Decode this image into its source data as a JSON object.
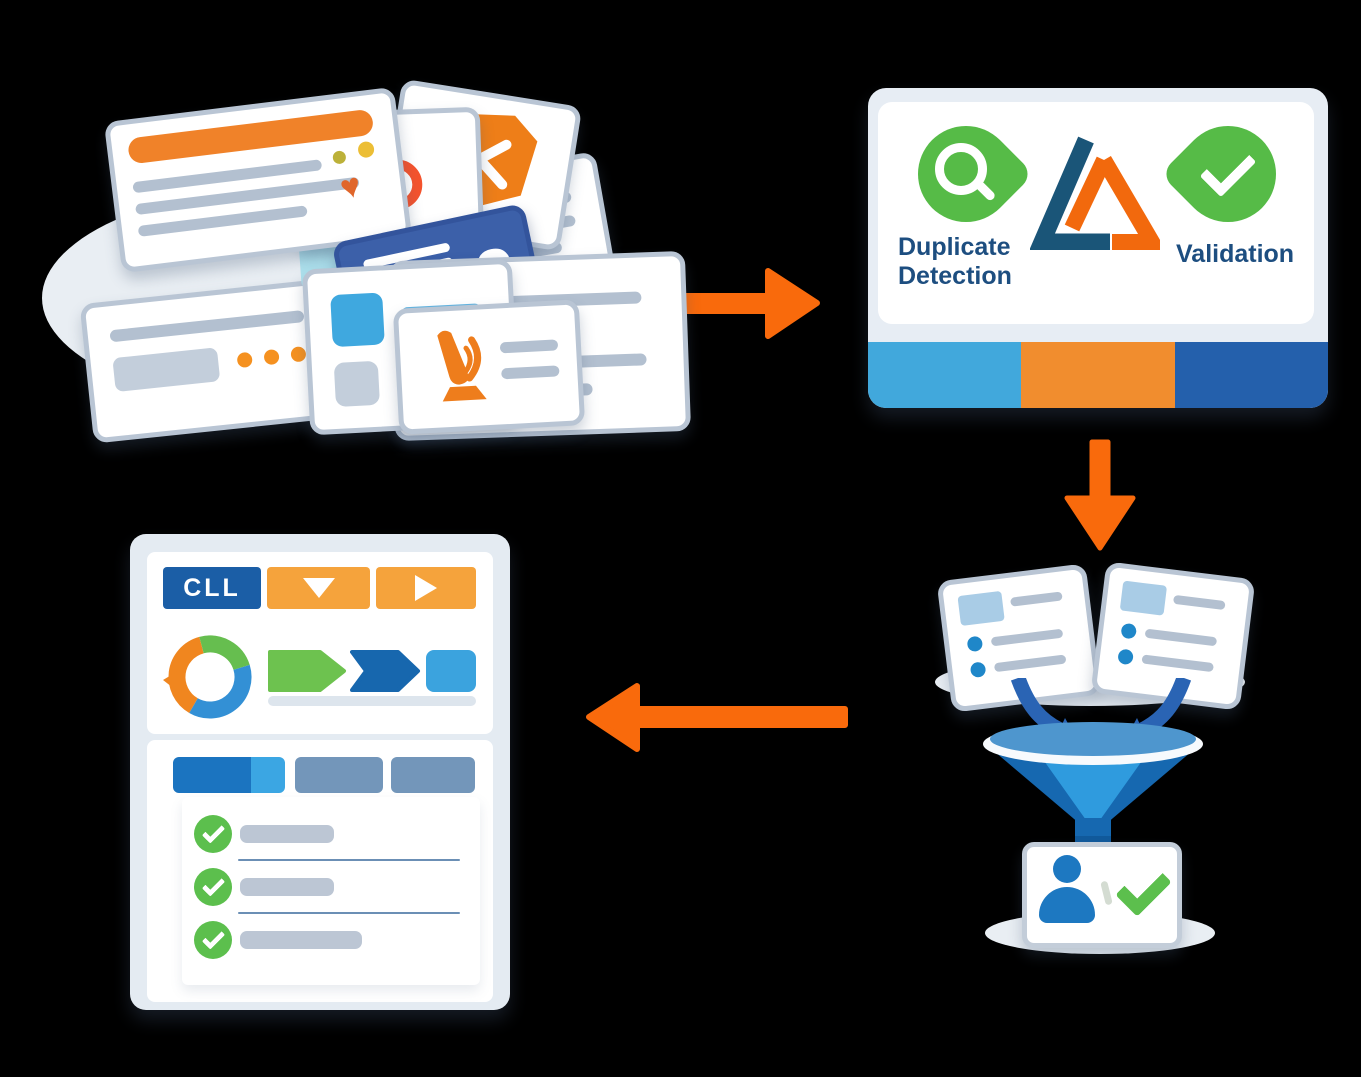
{
  "palette": {
    "background": "#000000",
    "arrow_orange": "#F96A0C",
    "panel_bg": "#E7EDF4",
    "strip_light_blue": "#41A8DC",
    "strip_orange": "#F18D2E",
    "strip_dark_blue": "#2460AC",
    "navy_text": "#1D4E80",
    "badge_green": "#56BB47",
    "check_green": "#5CBF4D",
    "logo_navy": "#1A5578",
    "logo_orange": "#F2690D",
    "card_border": "#B9C5D4",
    "line_gray": "#B3C0D0",
    "funnel_dark_blue": "#1668B0",
    "funnel_light_blue": "#2F9BDE",
    "person_blue": "#1D78C1",
    "hubspot_orange": "#F4532D",
    "blue_card": "#3C60A9",
    "header_navy": "#1B5EA6",
    "header_orange": "#F5A33C",
    "steel_tab": "#7396BA"
  },
  "source_pile": {
    "heart_glyph": "♥",
    "cards": [
      {
        "logo": "orange-header-record-card"
      },
      {
        "logo": "hubspot-sprocket-card"
      },
      {
        "logo": "orange-envelope-x-card"
      },
      {
        "logo": "text-lines-card"
      },
      {
        "logo": "blue-netsuite-style-card"
      },
      {
        "logo": "large-record-card"
      },
      {
        "logo": "orange-dots-record-card"
      },
      {
        "logo": "blue-tiles-record-card"
      },
      {
        "logo": "orange-plant-logo-card"
      }
    ]
  },
  "dedupe_panel": {
    "duplicate_label": "Duplicate Detection",
    "validation_label": "Validation",
    "icons": [
      "magnifier-leaf-badge",
      "triangle-company-logo",
      "check-leaf-badge"
    ],
    "strip_colors": [
      "#41A8DC",
      "#F18D2E",
      "#2460AC"
    ]
  },
  "merge_funnel": {
    "input_cards": 2,
    "result_icons": [
      "person-icon",
      "check-icon"
    ]
  },
  "dashboard": {
    "header": {
      "logo_text": "CLL",
      "buttons": [
        "dropdown",
        "play"
      ]
    },
    "summary": {
      "donut_segment_colors": [
        "#F0861F",
        "#66BE4F",
        "#3390D5"
      ],
      "pipeline_step_colors": [
        "#6DC24F",
        "#1767AE",
        "#3BA3DE"
      ]
    },
    "tabs_count": 3,
    "checklist_rows": 3
  },
  "arrows": [
    "right",
    "down",
    "left"
  ]
}
